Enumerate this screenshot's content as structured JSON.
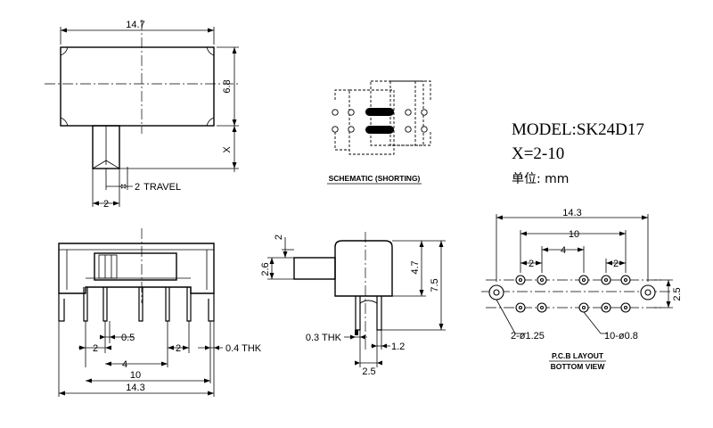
{
  "top_view": {
    "width_dim": "14.7",
    "height_dim": "6.8",
    "x_dim": "X",
    "travel_dim": "2",
    "travel_label": "TRAVEL",
    "actuator_width_dim": "2"
  },
  "schematic": {
    "caption": "SCHEMATIC (SHORTING)"
  },
  "model": {
    "model_line": "MODEL:SK24D17",
    "x_range_line": "X=2-10",
    "unit_line": "单位: mm"
  },
  "front_view": {
    "pin_width_dim": "0.5",
    "pitch_left_dim": "2",
    "pitch_right_dim": "2",
    "inner_span_dim": "4",
    "thickness_dim": "0.4 THK",
    "outer_span_dim": "10",
    "overall_width_dim": "14.3"
  },
  "side_view": {
    "actuator_dim": "2",
    "actuator_height_dim": "2.6",
    "body_height_dim": "4.7",
    "total_height_dim": "7.5",
    "thickness_dim": "0.3 THK",
    "terminal_dim": "1.2",
    "pitch_dim": "2.5"
  },
  "pcb_layout": {
    "overall_dim": "14.3",
    "span_dim": "10",
    "inner_dim": "4",
    "pitch_left_dim": "2",
    "pitch_right_dim": "2",
    "row_pitch_dim": "2.5",
    "mount_hole_label": "2-ø1.25",
    "pin_hole_label": "10-ø0.8",
    "caption_line1": "P.C.B LAYOUT",
    "caption_line2": "BOTTOM VIEW"
  }
}
